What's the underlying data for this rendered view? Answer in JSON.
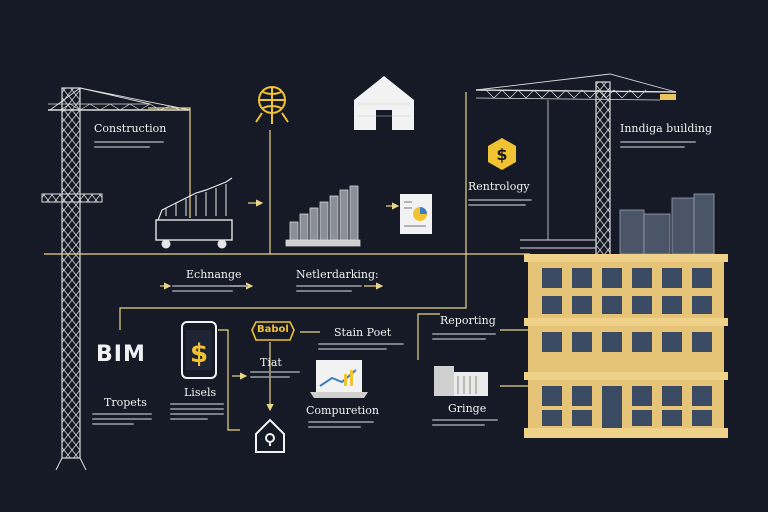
{
  "labels": {
    "construction": "Construction",
    "main_building": "Inndiga building",
    "rentrology": "Rentrology",
    "exchange": "Echnange",
    "networking": "Netlerdarking:",
    "start_post": "Stain Poet",
    "bim": "BIM",
    "reporting": "Reporting",
    "badge": "Babol",
    "trust": "Tiat",
    "projects": "Tropets",
    "leads": "Lisels",
    "composition": "Compuretion",
    "garage": "Gringe"
  },
  "icons": [
    "globe-icon",
    "house-icon",
    "dollar-hexagon-icon",
    "phone-dollar-icon",
    "badge-icon",
    "lock-house-icon",
    "pie-document-icon",
    "laptop-chart-icon",
    "warehouse-icon",
    "crane-icon",
    "office-building-icon"
  ],
  "colors": {
    "background": "#161a26",
    "line": "#e9d58a",
    "accent": "#f1c232",
    "building": "#e6c477",
    "window": "#3a4a63"
  }
}
